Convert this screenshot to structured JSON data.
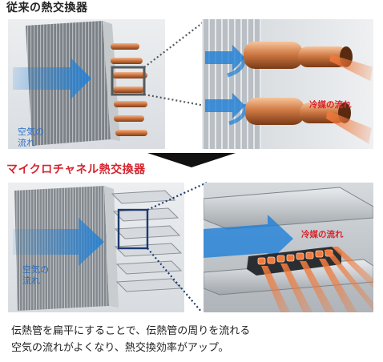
{
  "sections": {
    "conventional": {
      "title": "従来の熱交換器"
    },
    "microchannel": {
      "title": "マイクロチャネル熱交換器"
    }
  },
  "labels": {
    "air_flow_line1": "空気の",
    "air_flow_line2": "流れ",
    "refrigerant_flow": "冷媒の流れ"
  },
  "caption": {
    "line1": "伝熱管を扁平にすることで、伝熱管の周りを流れる",
    "line2": "空気の流れがよくなり、熱交換効率がアップ。"
  },
  "colors": {
    "accent_red": "#d7232d",
    "air_blue": "#1e7fd8",
    "refrigerant_orange": "#f07a3c",
    "copper": "#c8703c",
    "arrow_dark": "#111111"
  },
  "icons": [
    "down-arrow-icon"
  ]
}
